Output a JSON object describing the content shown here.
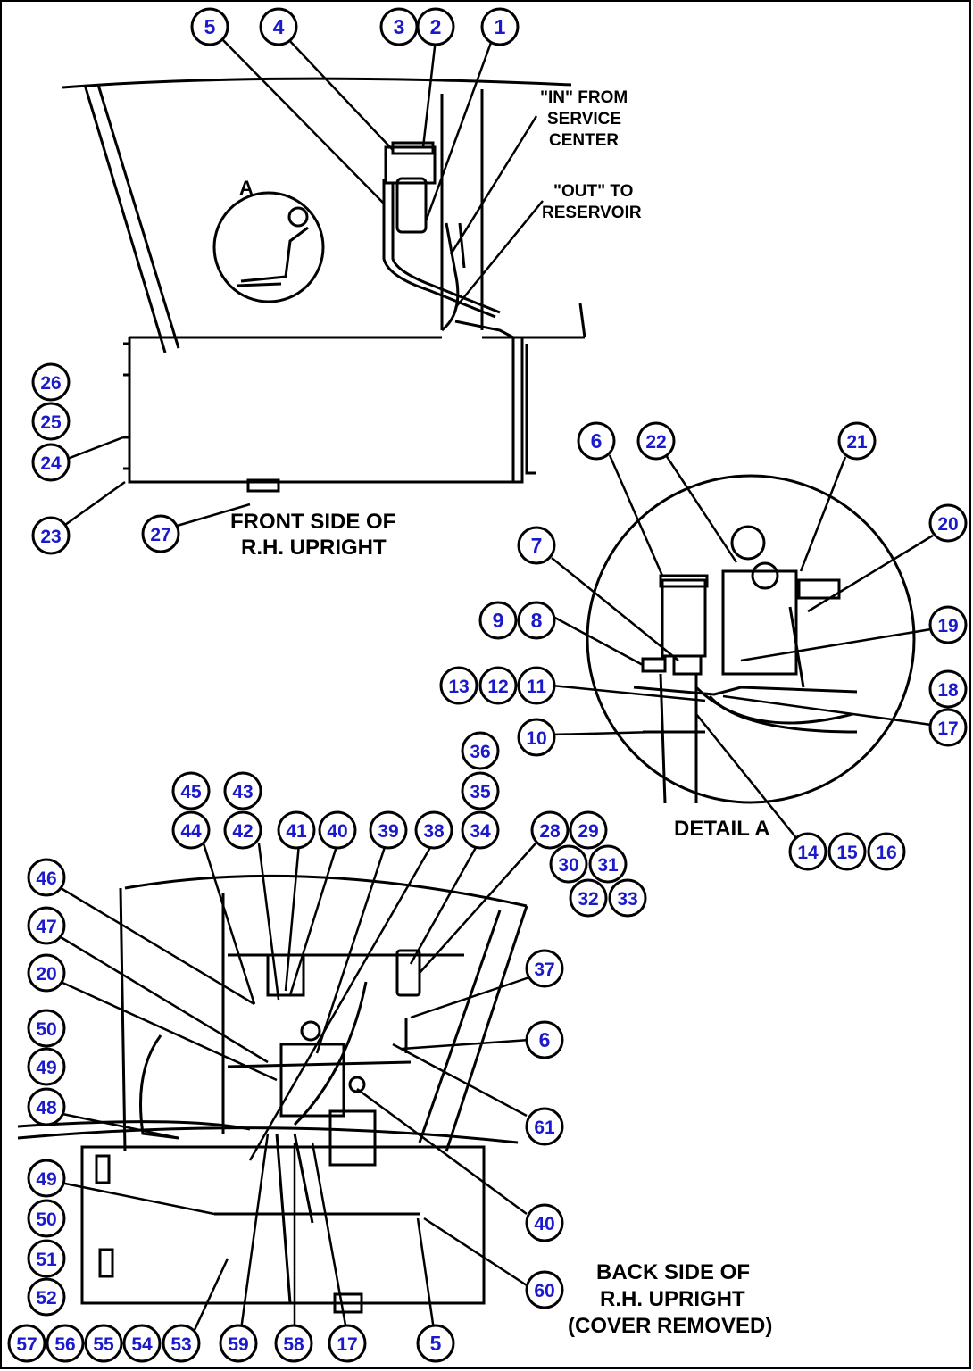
{
  "labels": {
    "in_from_line1": "\"IN\" FROM",
    "in_from_line2": "SERVICE",
    "in_from_line3": "CENTER",
    "out_to_line1": "\"OUT\" TO",
    "out_to_line2": "RESERVOIR",
    "detail_a_marker": "A",
    "front_line1": "FRONT SIDE OF",
    "front_line2": "R.H. UPRIGHT",
    "detail_a_title": "DETAIL A",
    "back_line1": "BACK SIDE OF",
    "back_line2": "R.H. UPRIGHT",
    "back_line3": "(COVER REMOVED)"
  },
  "callouts": [
    {
      "id": "c5a",
      "text": "5"
    },
    {
      "id": "c4",
      "text": "4"
    },
    {
      "id": "c3",
      "text": "3"
    },
    {
      "id": "c2",
      "text": "2"
    },
    {
      "id": "c1",
      "text": "1"
    },
    {
      "id": "c26",
      "text": "26"
    },
    {
      "id": "c25",
      "text": "25"
    },
    {
      "id": "c24",
      "text": "24"
    },
    {
      "id": "c23",
      "text": "23"
    },
    {
      "id": "c27",
      "text": "27"
    },
    {
      "id": "c6a",
      "text": "6"
    },
    {
      "id": "c22",
      "text": "22"
    },
    {
      "id": "c21",
      "text": "21"
    },
    {
      "id": "c20a",
      "text": "20"
    },
    {
      "id": "c7",
      "text": "7"
    },
    {
      "id": "c9",
      "text": "9"
    },
    {
      "id": "c8",
      "text": "8"
    },
    {
      "id": "c19",
      "text": "19"
    },
    {
      "id": "c13",
      "text": "13"
    },
    {
      "id": "c12",
      "text": "12"
    },
    {
      "id": "c11",
      "text": "11"
    },
    {
      "id": "c18",
      "text": "18"
    },
    {
      "id": "c17a",
      "text": "17"
    },
    {
      "id": "c10",
      "text": "10"
    },
    {
      "id": "c36",
      "text": "36"
    },
    {
      "id": "c14",
      "text": "14"
    },
    {
      "id": "c15",
      "text": "15"
    },
    {
      "id": "c16",
      "text": "16"
    },
    {
      "id": "c45",
      "text": "45"
    },
    {
      "id": "c43",
      "text": "43"
    },
    {
      "id": "c35",
      "text": "35"
    },
    {
      "id": "c44",
      "text": "44"
    },
    {
      "id": "c42",
      "text": "42"
    },
    {
      "id": "c41",
      "text": "41"
    },
    {
      "id": "c40a",
      "text": "40"
    },
    {
      "id": "c39",
      "text": "39"
    },
    {
      "id": "c38",
      "text": "38"
    },
    {
      "id": "c34",
      "text": "34"
    },
    {
      "id": "c28",
      "text": "28"
    },
    {
      "id": "c29",
      "text": "29"
    },
    {
      "id": "c30",
      "text": "30"
    },
    {
      "id": "c31",
      "text": "31"
    },
    {
      "id": "c32",
      "text": "32"
    },
    {
      "id": "c33",
      "text": "33"
    },
    {
      "id": "c46",
      "text": "46"
    },
    {
      "id": "c47",
      "text": "47"
    },
    {
      "id": "c20b",
      "text": "20"
    },
    {
      "id": "c37",
      "text": "37"
    },
    {
      "id": "c6b",
      "text": "6"
    },
    {
      "id": "c50a",
      "text": "50"
    },
    {
      "id": "c49a",
      "text": "49"
    },
    {
      "id": "c48",
      "text": "48"
    },
    {
      "id": "c61",
      "text": "61"
    },
    {
      "id": "c49b",
      "text": "49"
    },
    {
      "id": "c50b",
      "text": "50"
    },
    {
      "id": "c40b",
      "text": "40"
    },
    {
      "id": "c51",
      "text": "51"
    },
    {
      "id": "c52",
      "text": "52"
    },
    {
      "id": "c60",
      "text": "60"
    },
    {
      "id": "c57",
      "text": "57"
    },
    {
      "id": "c56",
      "text": "56"
    },
    {
      "id": "c55",
      "text": "55"
    },
    {
      "id": "c54",
      "text": "54"
    },
    {
      "id": "c53",
      "text": "53"
    },
    {
      "id": "c59",
      "text": "59"
    },
    {
      "id": "c58",
      "text": "58"
    },
    {
      "id": "c17b",
      "text": "17"
    },
    {
      "id": "c5b",
      "text": "5"
    }
  ]
}
